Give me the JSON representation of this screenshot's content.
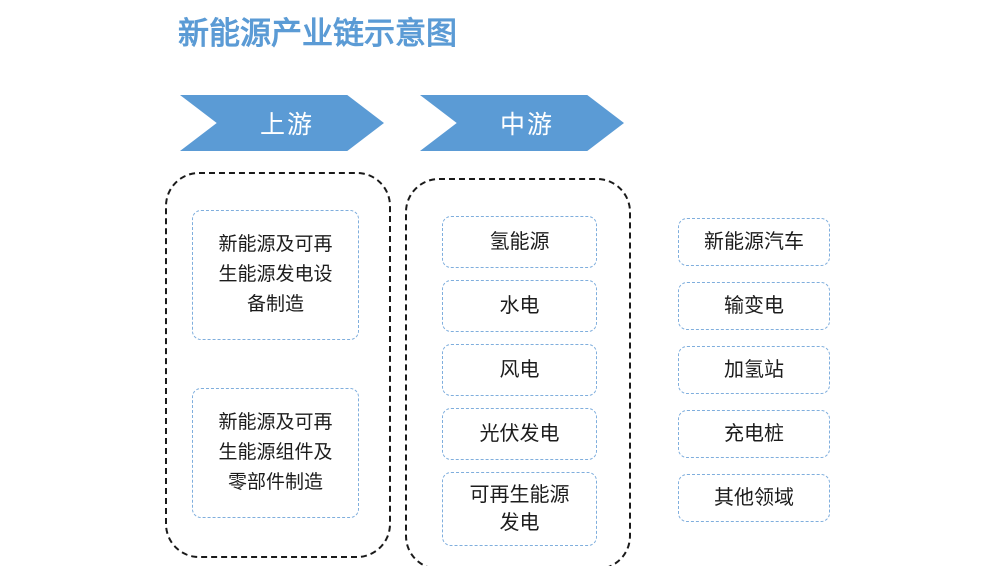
{
  "title": "新能源产业链示意图",
  "theme": {
    "accent_blue": "#5B9BD5",
    "box_border_blue": "#7FAEDD",
    "container_border": "#1a1a1a",
    "background": "#ffffff",
    "text": "#1c1c1c"
  },
  "stages": [
    {
      "id": "upstream",
      "label": "上游"
    },
    {
      "id": "midstream",
      "label": "中游"
    }
  ],
  "columns": {
    "upstream": {
      "items": [
        {
          "label": "新能源及可再\n生能源发电设\n备制造"
        },
        {
          "label": "新能源及可再\n生能源组件及\n零部件制造"
        }
      ]
    },
    "midstream": {
      "items": [
        {
          "label": "氢能源"
        },
        {
          "label": "水电"
        },
        {
          "label": "风电"
        },
        {
          "label": "光伏发电"
        },
        {
          "label": "可再生能源\n发电"
        }
      ]
    },
    "downstream": {
      "items": [
        {
          "label": "新能源汽车"
        },
        {
          "label": "输变电"
        },
        {
          "label": "加氢站"
        },
        {
          "label": "充电桩"
        },
        {
          "label": "其他领域"
        }
      ]
    }
  }
}
